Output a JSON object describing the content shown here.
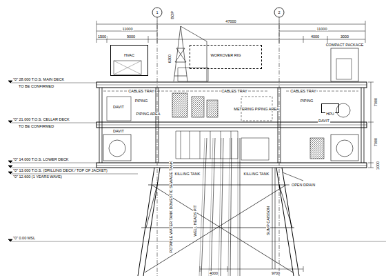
{
  "diagram": {
    "nodes": [
      {
        "text": [
          "HVAC"
        ]
      },
      {
        "text": [
          "WORKOVER RIG"
        ]
      },
      {
        "text": [
          "HPU"
        ]
      }
    ],
    "labels": [
      "1",
      "2",
      "47000",
      "11000",
      "11000",
      "1500",
      "9000",
      "4000",
      "3000",
      "BOP",
      "6300",
      "COMPACT PACKAGE",
      "\"0\" 28.000 T.O.S. MAIN DECK",
      "TO BE CONFIRMED",
      "\"0\" 21.000 T.O.S. CELLAR DECK",
      "TO BE CONFIRMED",
      "\"0\" 14.000 T.O.S. LOWER DECK",
      "\"0\" 13.000 T.O.S. (DRILLING DECK / TOP OF JACKET)",
      "\"0\" 12.600 (1 YEARS WAVE)",
      "\"0\" 0.00 MSL",
      "CABLES TRAY",
      "PIPING",
      "PIPING AREA",
      "DAVIT",
      "CABLES TRAY",
      "METERING PIPING AREA",
      "CABLES TRAY",
      "PIPING",
      "DAVIT",
      "DAVIT",
      "KILLING TANK",
      "KILLING TANK",
      "OPEN DRAIN",
      "WELL HEADS PIT",
      "SUMP CAISSON",
      "POTABLE WATER TANK DOMESTIC SEWAGE TANK",
      "7000",
      "7000",
      "1000",
      "9700",
      "4000"
    ]
  }
}
